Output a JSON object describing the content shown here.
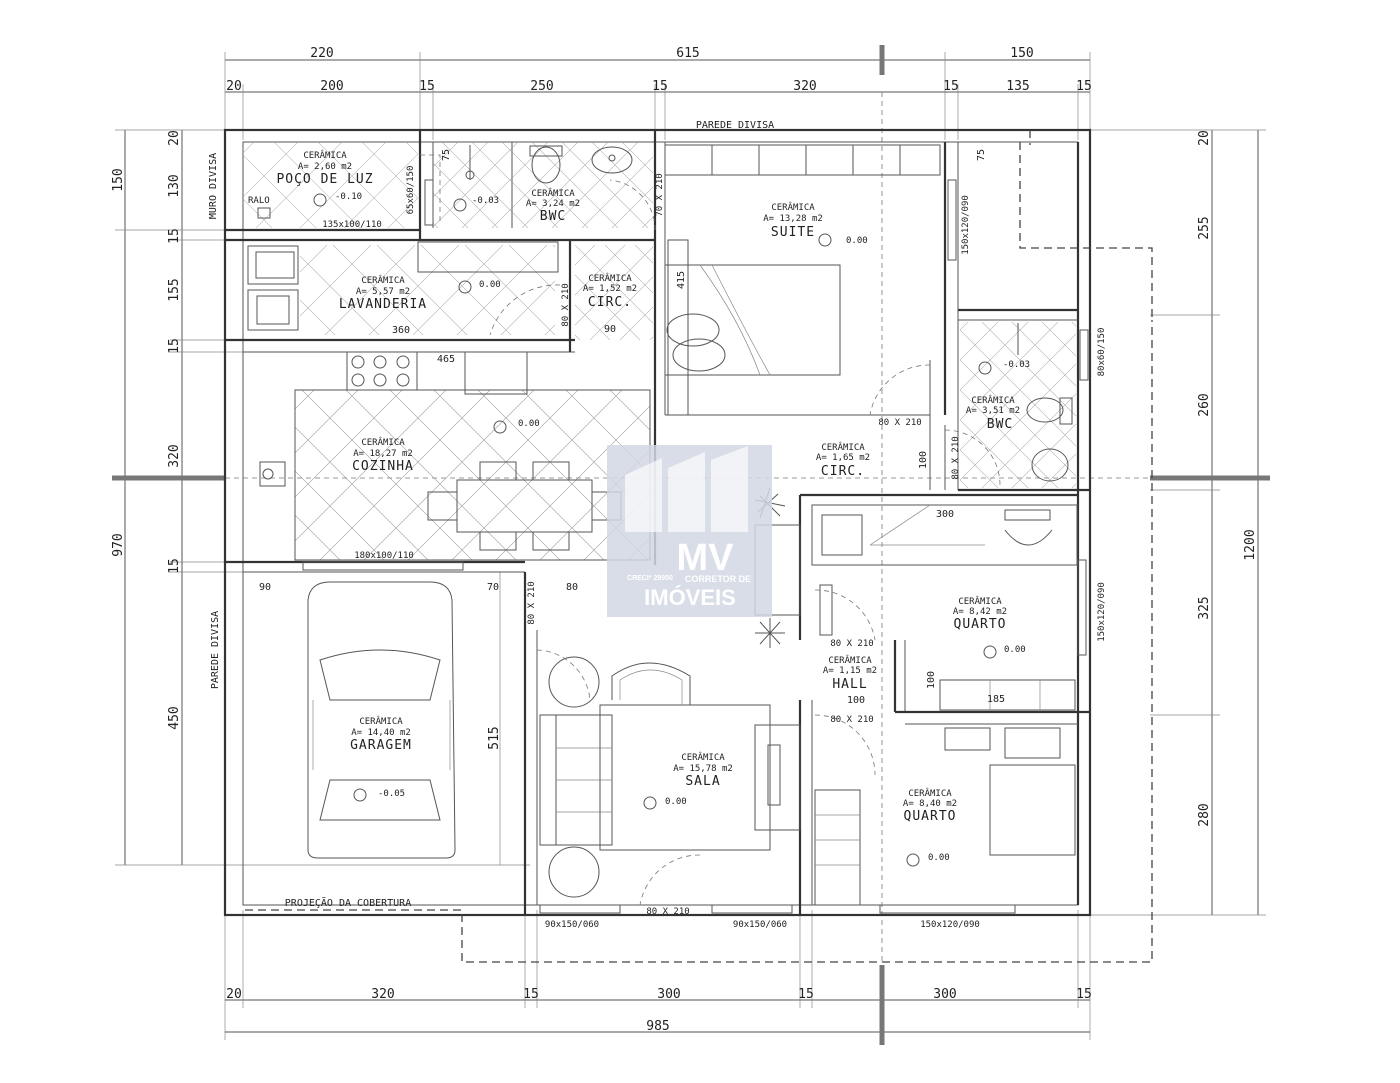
{
  "dimensions": {
    "top_outer": [
      "220",
      "615",
      "150"
    ],
    "top_inner": [
      "20",
      "200",
      "15",
      "250",
      "15",
      "320",
      "15",
      "135",
      "15"
    ],
    "bottom_inner": [
      "20",
      "320",
      "15",
      "300",
      "15",
      "300",
      "15"
    ],
    "bottom_total": "985",
    "left_outer": [
      "150",
      "970"
    ],
    "left_inner": [
      "20",
      "130",
      "15",
      "155",
      "15",
      "320",
      "15",
      "450"
    ],
    "left_wall_label": "515",
    "right_outer": "1200",
    "right_inner": [
      "20",
      "255",
      "260",
      "325",
      "280"
    ]
  },
  "labels": {
    "parede_divisa_top": "PAREDE DIVISA",
    "muro_divisa": "MURO DIVISA",
    "parede_divisa_left": "PAREDE DIVISA",
    "projecao": "PROJEÇÃO DA COBERTURA",
    "ralo": "RALO"
  },
  "rooms": {
    "poco": {
      "material": "CERÂMICA",
      "area": "A= 2,60 m2",
      "name": "POÇO DE LUZ",
      "level": "-0.10",
      "window": "135x100/110"
    },
    "bwc1": {
      "material": "CERÂMICA",
      "area": "A= 3,24 m2",
      "name": "BWC",
      "level": "-0.03",
      "window": "65x60/150",
      "door": "70 X 210",
      "wall": "75"
    },
    "suite": {
      "material": "CERÂMICA",
      "area": "A= 13,28 m2",
      "name": "SUITE",
      "level": "0.00",
      "window": "150x120/090",
      "door": "80 X 210",
      "bed": "415",
      "wall": "75"
    },
    "lavanderia": {
      "material": "CERÂMICA",
      "area": "A= 5,57 m2",
      "name": "LAVANDERIA",
      "level": "0.00",
      "length": "360",
      "door": "80 X 210"
    },
    "circ1": {
      "material": "CERÂMICA",
      "area": "A= 1,52 m2",
      "name": "CIRC.",
      "length": "90"
    },
    "cozinha": {
      "material": "CERÂMICA",
      "area": "A= 18,27 m2",
      "name": "COZINHA",
      "level": "0.00",
      "counter": "465",
      "window": "180x100/110"
    },
    "circ2": {
      "material": "CERÂMICA",
      "area": "A= 1,65 m2",
      "name": "CIRC.",
      "door_w": "100",
      "door": "80 X 210"
    },
    "bwc2": {
      "material": "CERÂMICA",
      "area": "A= 3,51 m2",
      "name": "BWC",
      "level": "-0.03",
      "window": "80x60/150"
    },
    "quarto1": {
      "material": "CERÂMICA",
      "area": "A= 8,42 m2",
      "name": "QUARTO",
      "level": "0.00",
      "wardrobe": "300",
      "window": "150x120/090",
      "door": "80 X 210"
    },
    "hall": {
      "material": "CERÂMICA",
      "area": "A= 1,15 m2",
      "name": "HALL",
      "w1": "100",
      "w2": "100",
      "w3": "185",
      "door": "80 X 210"
    },
    "garagem": {
      "material": "CERÂMICA",
      "area": "A= 14,40 m2",
      "name": "GARAGEM",
      "level": "-0.05",
      "w1": "90",
      "w2": "70"
    },
    "sala": {
      "material": "CERÂMICA",
      "area": "A= 15,78 m2",
      "name": "SALA",
      "level": "0.00",
      "door_side": "80 X 210",
      "door_w": "80",
      "door_front": "80 X 210",
      "win1": "90x150/060",
      "win2": "90x150/060"
    },
    "quarto2": {
      "material": "CERÂMICA",
      "area": "A= 8,40 m2",
      "name": "QUARTO",
      "level": "0.00",
      "window": "150x120/090"
    }
  },
  "logo": {
    "initials": "MV",
    "name": "IMÓVEIS",
    "tag": "CORRETOR DE",
    "creci": "CRECI* 29950",
    "colors": {
      "overlay": "#d2d7e3",
      "text": "#ffffff"
    }
  }
}
